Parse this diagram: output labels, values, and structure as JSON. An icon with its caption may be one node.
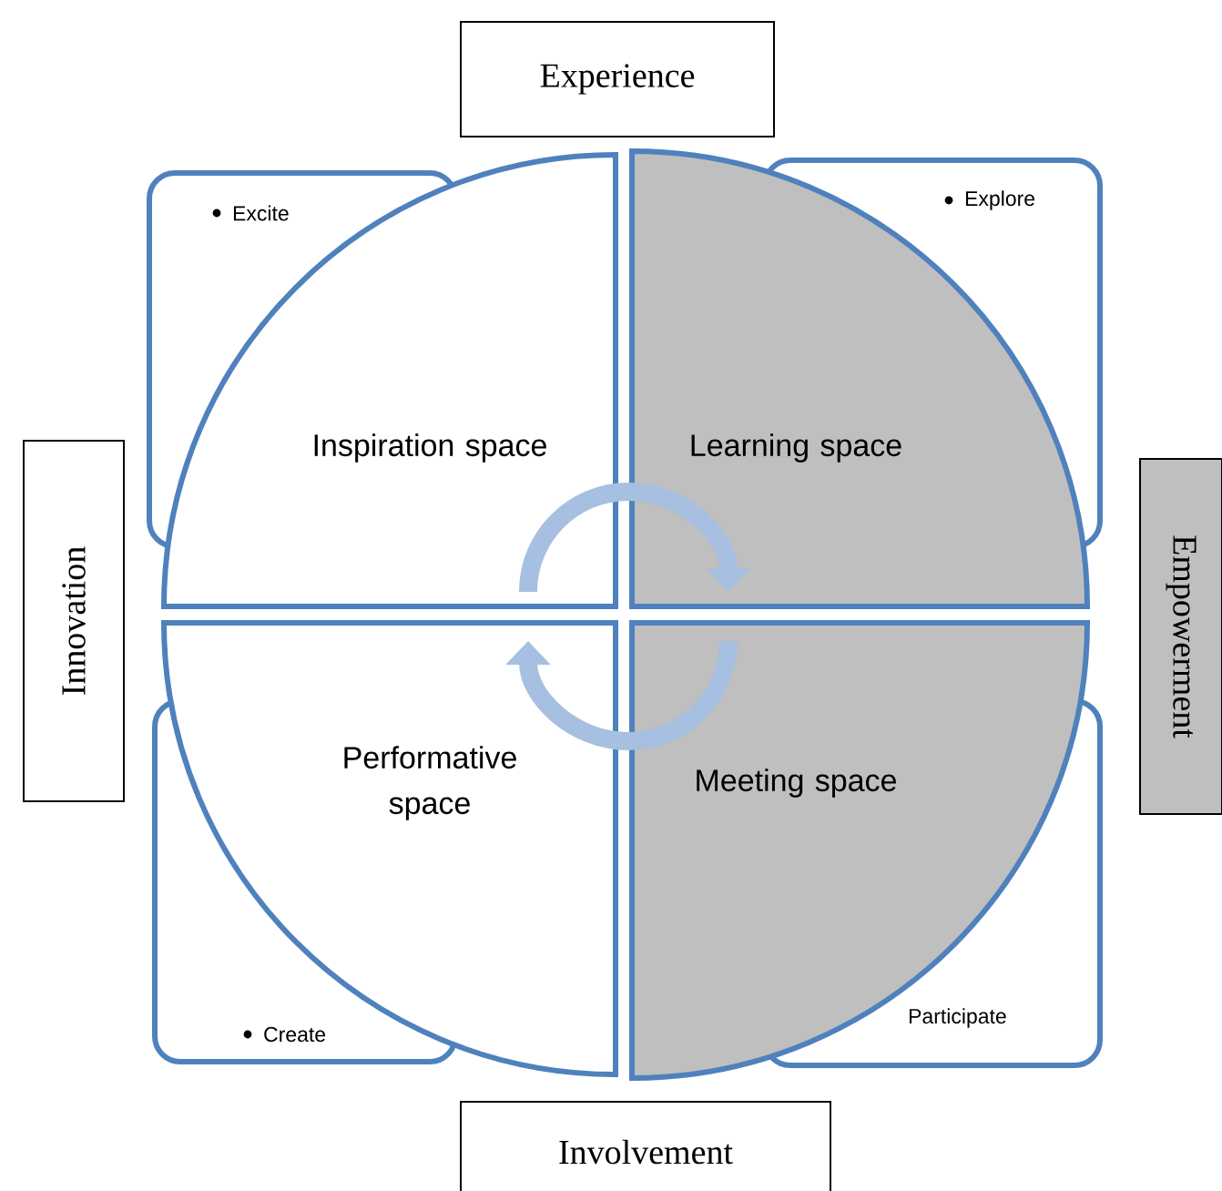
{
  "diagram": {
    "nodes": [
      {
        "text": [
          "Experience"
        ]
      },
      {
        "text": [
          "Excite"
        ]
      },
      {
        "text": [
          "Explore"
        ]
      },
      {
        "text": [
          "Innovation"
        ]
      },
      {
        "text": [
          "Inspiration space"
        ]
      },
      {
        "text": [
          "Learning space"
        ]
      },
      {
        "text": [
          "Empowerment"
        ]
      },
      {
        "text": [
          "Performative space"
        ]
      },
      {
        "text": [
          "Meeting space"
        ]
      },
      {
        "text": [
          "Create"
        ]
      },
      {
        "text": [
          "Participate"
        ]
      },
      {
        "text": [
          "Involvement"
        ]
      }
    ],
    "edges": [
      {
        "from": 4,
        "to": 5,
        "arrow": "to"
      },
      {
        "from": 8,
        "to": 7,
        "arrow": "to"
      }
    ]
  }
}
